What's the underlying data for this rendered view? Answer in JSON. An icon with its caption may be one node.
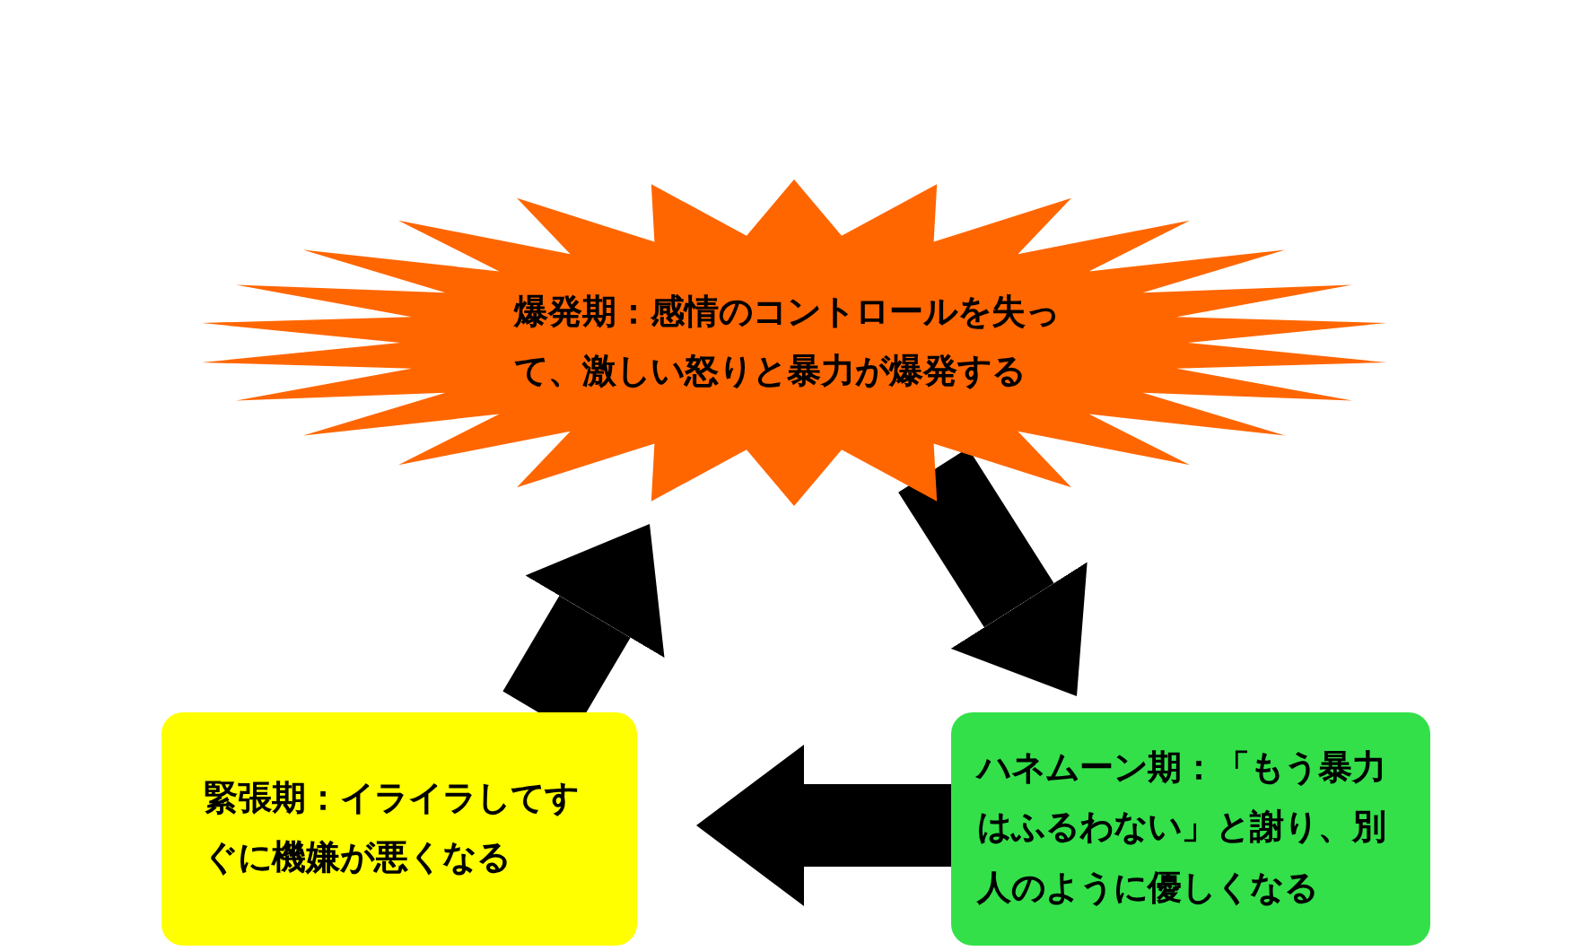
{
  "diagram": {
    "nodes": [
      {
        "text": [
          "爆発期：感情のコントロールを失って、激しい怒りと暴力が爆発する"
        ]
      },
      {
        "text": [
          "ハネムーン期：「もう暴力はふるわない」と謝り、別人のように優しくなる"
        ]
      },
      {
        "text": [
          "緊張期：イライラしてすぐに機嫌が悪くなる"
        ]
      }
    ],
    "edges": [
      {
        "from": 0,
        "to": 1,
        "arrow": "to"
      },
      {
        "from": 1,
        "to": 2,
        "arrow": "to"
      },
      {
        "from": 2,
        "to": 0,
        "arrow": "to"
      }
    ]
  }
}
